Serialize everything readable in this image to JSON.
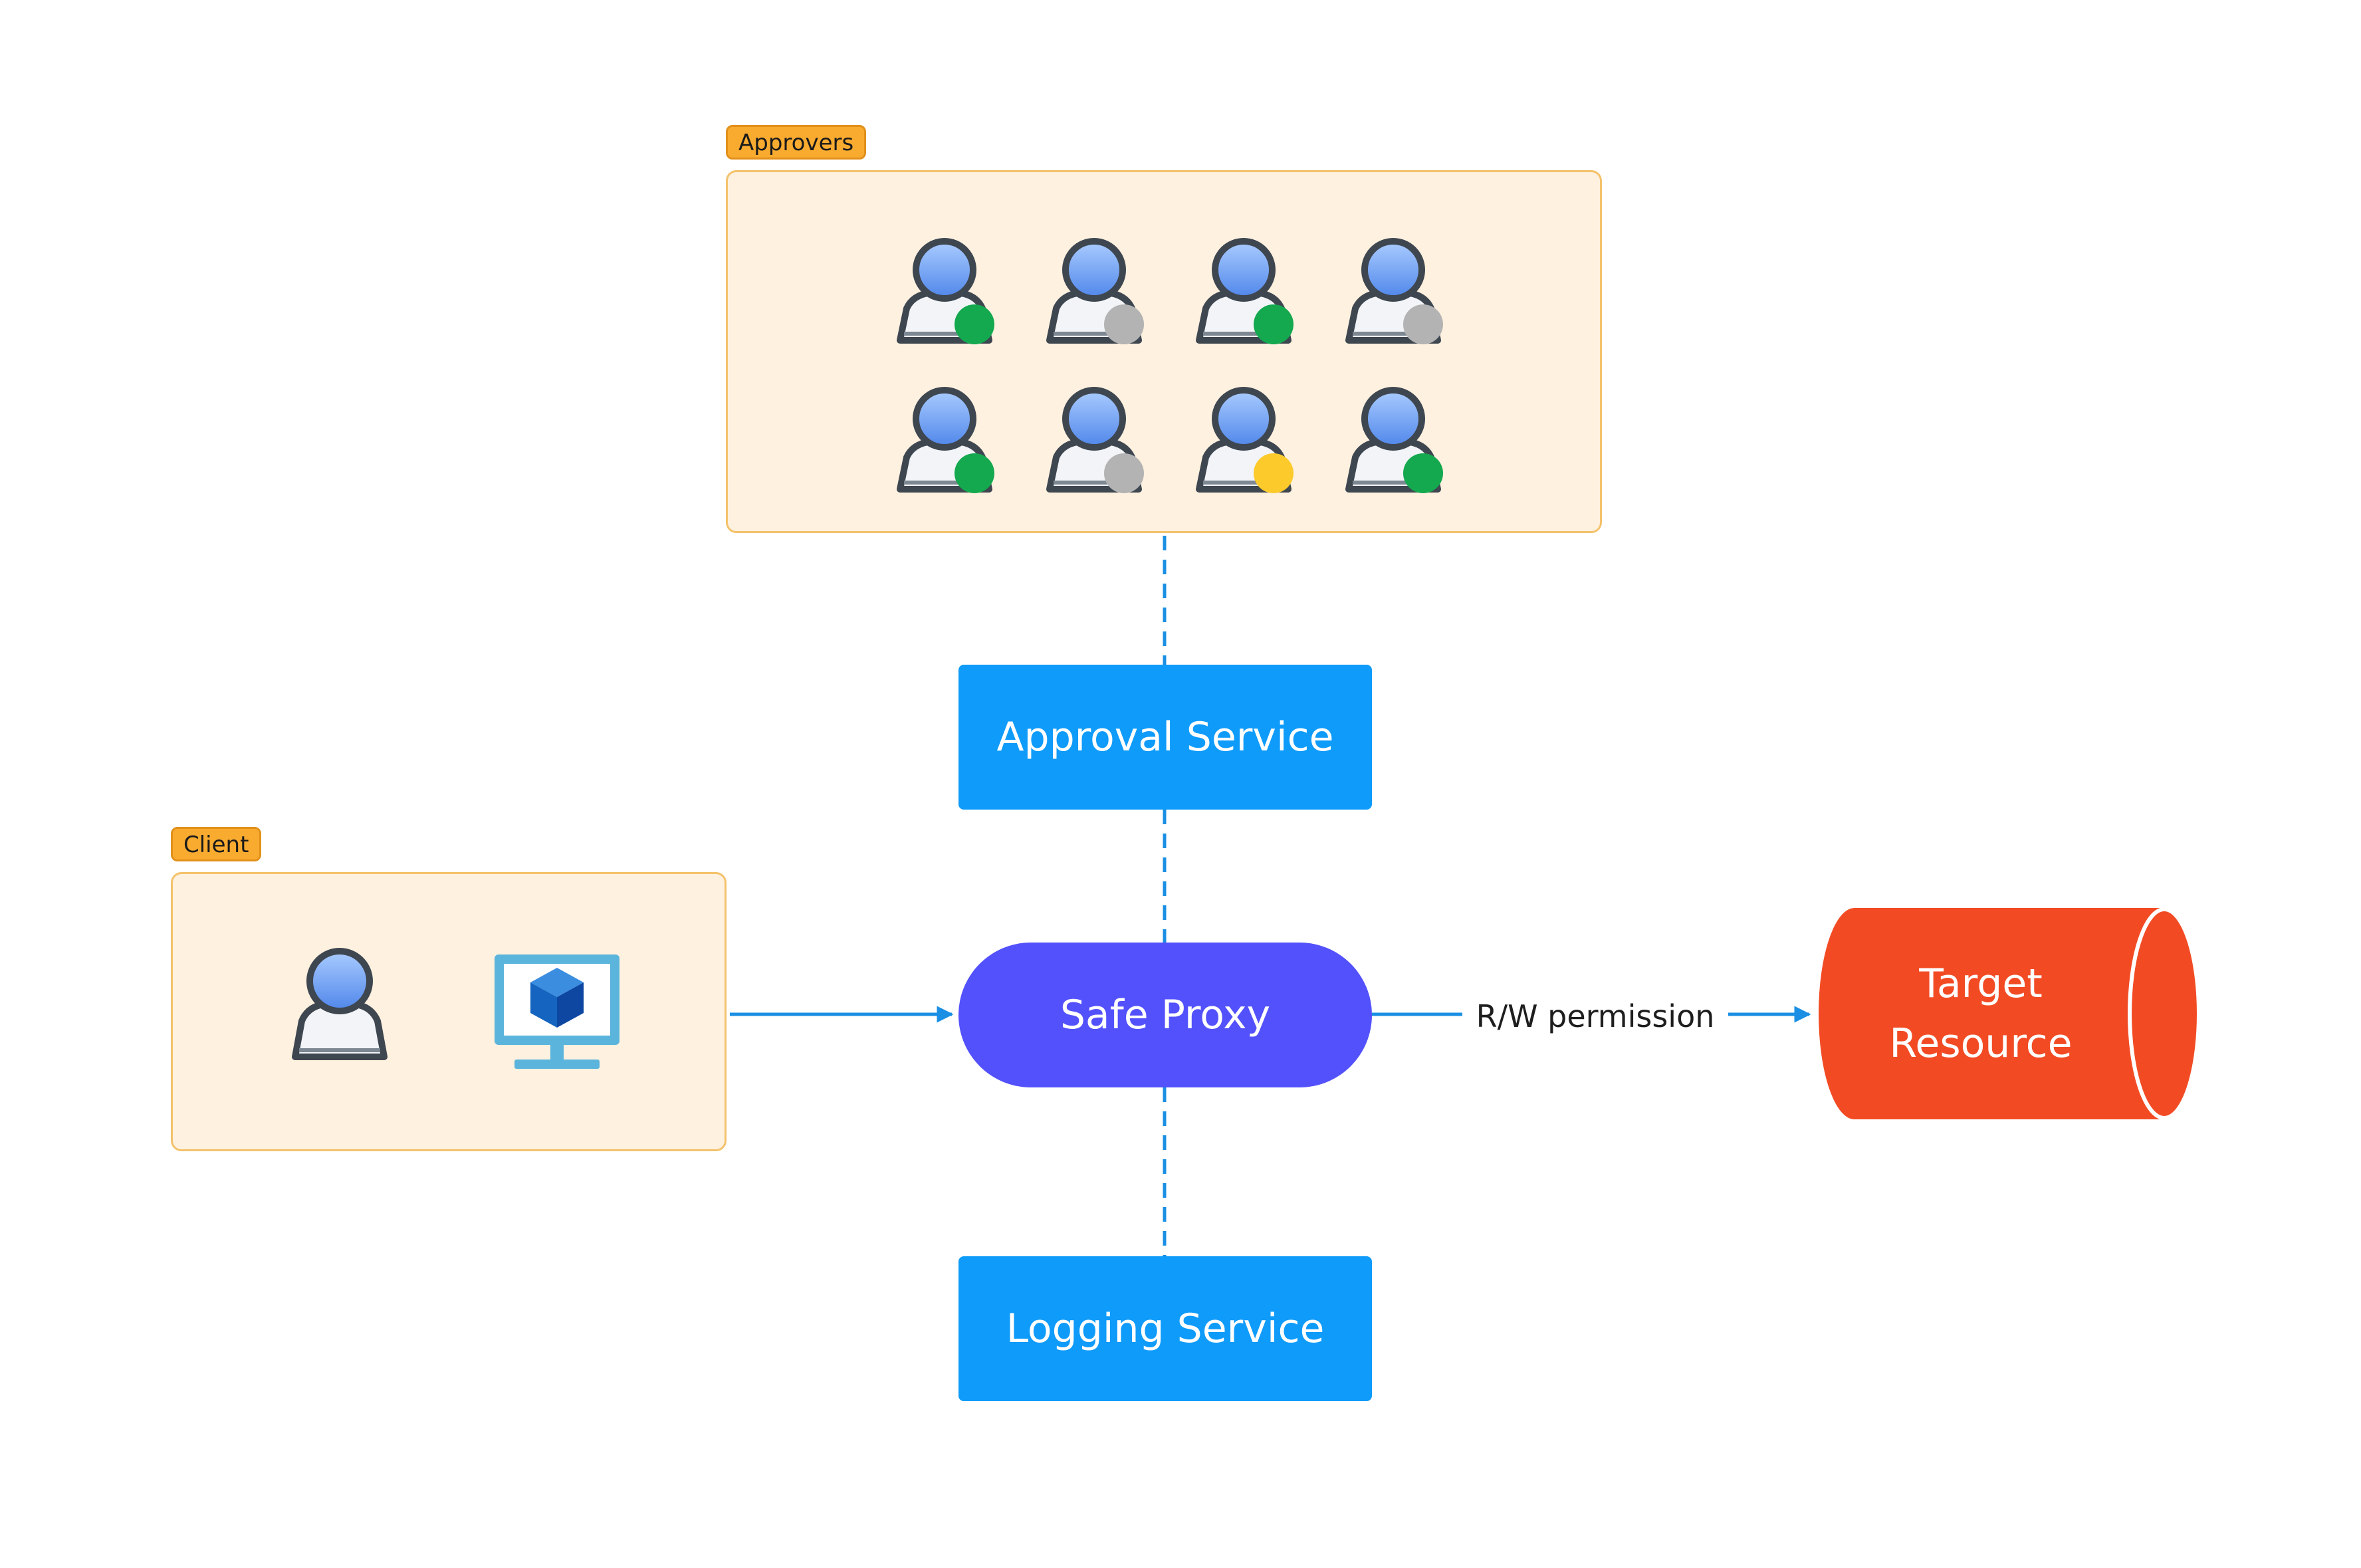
{
  "diagram": {
    "approvers_group": {
      "label": "Approvers",
      "approvers": [
        {
          "status": "green"
        },
        {
          "status": "gray"
        },
        {
          "status": "green"
        },
        {
          "status": "gray"
        },
        {
          "status": "green"
        },
        {
          "status": "gray"
        },
        {
          "status": "yellow"
        },
        {
          "status": "green"
        }
      ]
    },
    "client_group": {
      "label": "Client",
      "items": [
        "user-icon",
        "monitor-cube-icon"
      ]
    },
    "nodes": {
      "approval_service": "Approval Service",
      "safe_proxy": "Safe Proxy",
      "logging_service": "Logging Service",
      "target_resource": "Target\nResource"
    },
    "edges": [
      {
        "from": "approvers_group",
        "to": "approval_service",
        "style": "dashed"
      },
      {
        "from": "approval_service",
        "to": "safe_proxy",
        "style": "dashed"
      },
      {
        "from": "safe_proxy",
        "to": "logging_service",
        "style": "dashed"
      },
      {
        "from": "client_group",
        "to": "safe_proxy",
        "style": "solid-arrow"
      },
      {
        "from": "safe_proxy",
        "to": "target_resource",
        "style": "solid-arrow",
        "label": "R/W permission"
      }
    ],
    "colors": {
      "group_fill": "#fef1df",
      "group_border": "#f4c26b",
      "tag_fill": "#f9ab30",
      "service_blue": "#0f9bfa",
      "proxy_purple": "#5351fb",
      "target_red": "#f24b24",
      "wire_blue": "#1a8fe3",
      "status_green": "#14a84f",
      "status_gray": "#b3b3b3",
      "status_yellow": "#fcca2b",
      "monitor_blue": "#5ab4dc",
      "cube_blue": "#1565c0"
    }
  }
}
